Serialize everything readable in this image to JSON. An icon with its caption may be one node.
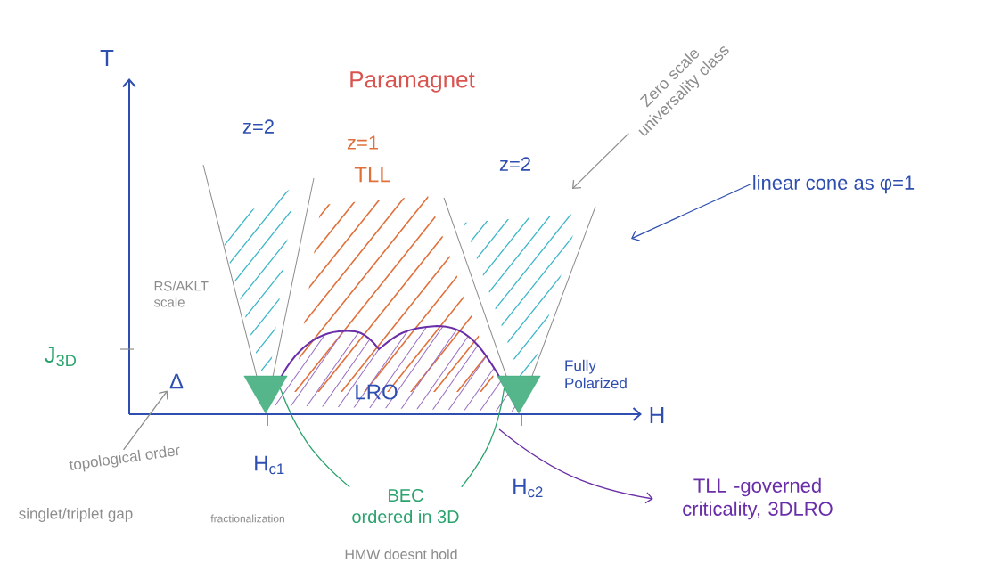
{
  "diagram": {
    "nodes": [
      {
        "text": [
          "topological order"
        ]
      },
      {
        "text": [
          "Zero scale universality class"
        ]
      },
      {
        "text": [
          "linear cone as φ=1"
        ]
      },
      {
        "text": [
          "BEC",
          "ordered in 3D"
        ]
      },
      {
        "text": [],
        "shape": "triangle"
      },
      {
        "text": [],
        "shape": "triangle"
      },
      {
        "text": [
          "TLL -governed criticality, 3DLRO"
        ]
      },
      {
        "text": [
          "Δ"
        ]
      }
    ],
    "edges": [
      {
        "from": 0,
        "to": 7,
        "arrow": "to",
        "color": "#8c8c8c"
      },
      {
        "from": 1,
        "to": null,
        "arrow": "to",
        "color": "#8c8c8c"
      },
      {
        "from": 2,
        "to": null,
        "arrow": "to",
        "color": "#2f4fb0"
      },
      {
        "from": 3,
        "to": 4,
        "arrow": "none",
        "color": "#2aa36e"
      },
      {
        "from": 3,
        "to": 5,
        "arrow": "none",
        "color": "#2aa36e"
      },
      {
        "from": null,
        "to": 6,
        "arrow": "to",
        "color": "#6a2fa8"
      }
    ],
    "labels": [
      "T",
      "Paramagnet",
      "z=2",
      "z=1",
      "TLL",
      "z=2",
      "RS/AKLT scale",
      "J$_{3D}$",
      "LRO",
      "Fully Polarized",
      "H",
      "H$_{c1}$",
      "H$_{c2}$",
      "singlet/triplet gap",
      "fractionalization",
      "HMW doesnt hold"
    ]
  }
}
